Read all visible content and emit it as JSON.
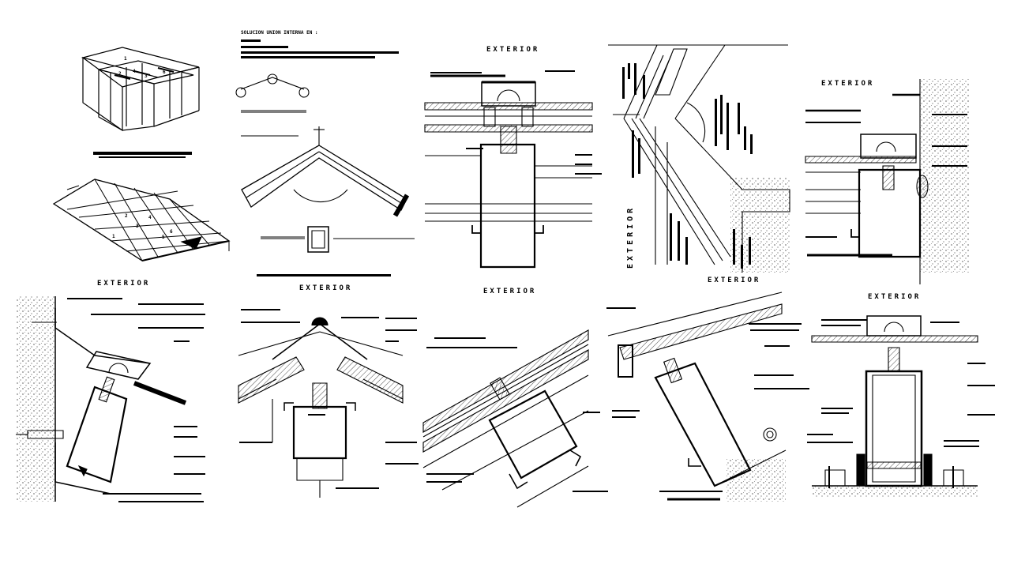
{
  "sheet": {
    "exterior_label": "EXTERIOR",
    "header_note": "SOLUCION UNION INTERNA EN :",
    "iso_numbers": [
      "1",
      "2",
      "3",
      "4",
      "6"
    ],
    "roof_numbers": [
      "1",
      "2",
      "3",
      "4",
      "5",
      "6"
    ]
  }
}
